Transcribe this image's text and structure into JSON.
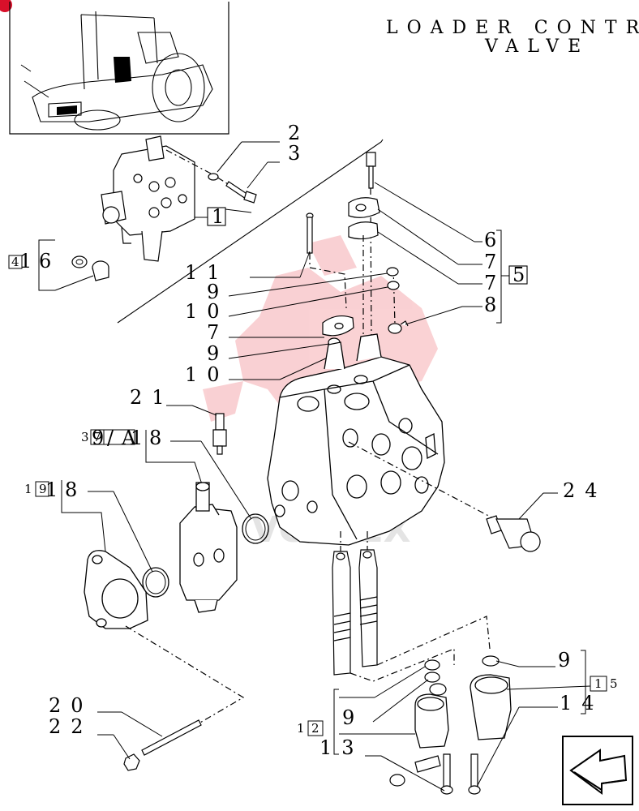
{
  "title": {
    "line1": "LOADER CONTR",
    "line2": "VALVE"
  },
  "watermark": {
    "text": "VORTEX",
    "color": "#e8303a"
  },
  "callouts": {
    "c2": "2",
    "c3": "3",
    "c1": "1",
    "c6": "6",
    "c7a": "7",
    "c7b": "7",
    "c5": "5",
    "c8": "8",
    "c11": "11",
    "c9a": "9",
    "c10a": "10",
    "c7c": "7",
    "c9b": "9",
    "c10b": "10",
    "c4": "4",
    "c1b": "1",
    "c6b": "6",
    "c21": "21",
    "c3b": "3",
    "c7d": "7",
    "c9c": "9",
    "sep": "/",
    "cA": "A",
    "c1c": "1",
    "c18a": "8",
    "c1d": "1",
    "c9d": "9",
    "c1e": "1",
    "c18b": "8",
    "c24": "24",
    "c9e": "9",
    "c1f": "1",
    "c5b": "5",
    "c14": "14",
    "c1g": "1",
    "c2b": "2",
    "c9f": "9",
    "c13": "13",
    "c20": "20",
    "c22": "22"
  },
  "icons": {
    "nav": "next-page-arrow-icon",
    "corner": "page-corner-marker-icon"
  }
}
